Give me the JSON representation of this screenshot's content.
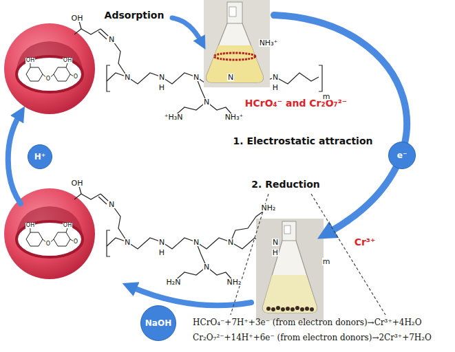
{
  "diagram": {
    "nodes": [
      {
        "text": [
          "H⁺"
        ]
      },
      {
        "text": [
          "e⁻"
        ]
      },
      {
        "text": [
          "NaOH"
        ]
      }
    ],
    "labels": [
      "Adsorption",
      "HCrO₄⁻ and Cr₂O₇²⁻",
      "1. Electrostatic attraction",
      "2. Reduction",
      "Cr³⁺",
      "HCrO₄⁻+7H⁺+3e⁻ (from electron donors)→Cr³⁺+4H₂O",
      "Cr₂O₇²⁻+14H⁺+6e⁻ (from electron donors)→2Cr³⁺+7H₂O",
      "OH",
      "N",
      "N",
      "N",
      "H",
      "N",
      "N",
      "⁺H₃N",
      "NH₃⁺",
      "N",
      "NH₃⁺",
      "N",
      "H",
      "m",
      "OH",
      "O",
      "OH",
      "O",
      "OH",
      "N",
      "N",
      "N",
      "H",
      "N",
      "N",
      "H₂N",
      "NH₂",
      "N",
      "NH₂",
      "N",
      "H",
      "m",
      "OH",
      "O",
      "OH",
      "O"
    ]
  }
}
